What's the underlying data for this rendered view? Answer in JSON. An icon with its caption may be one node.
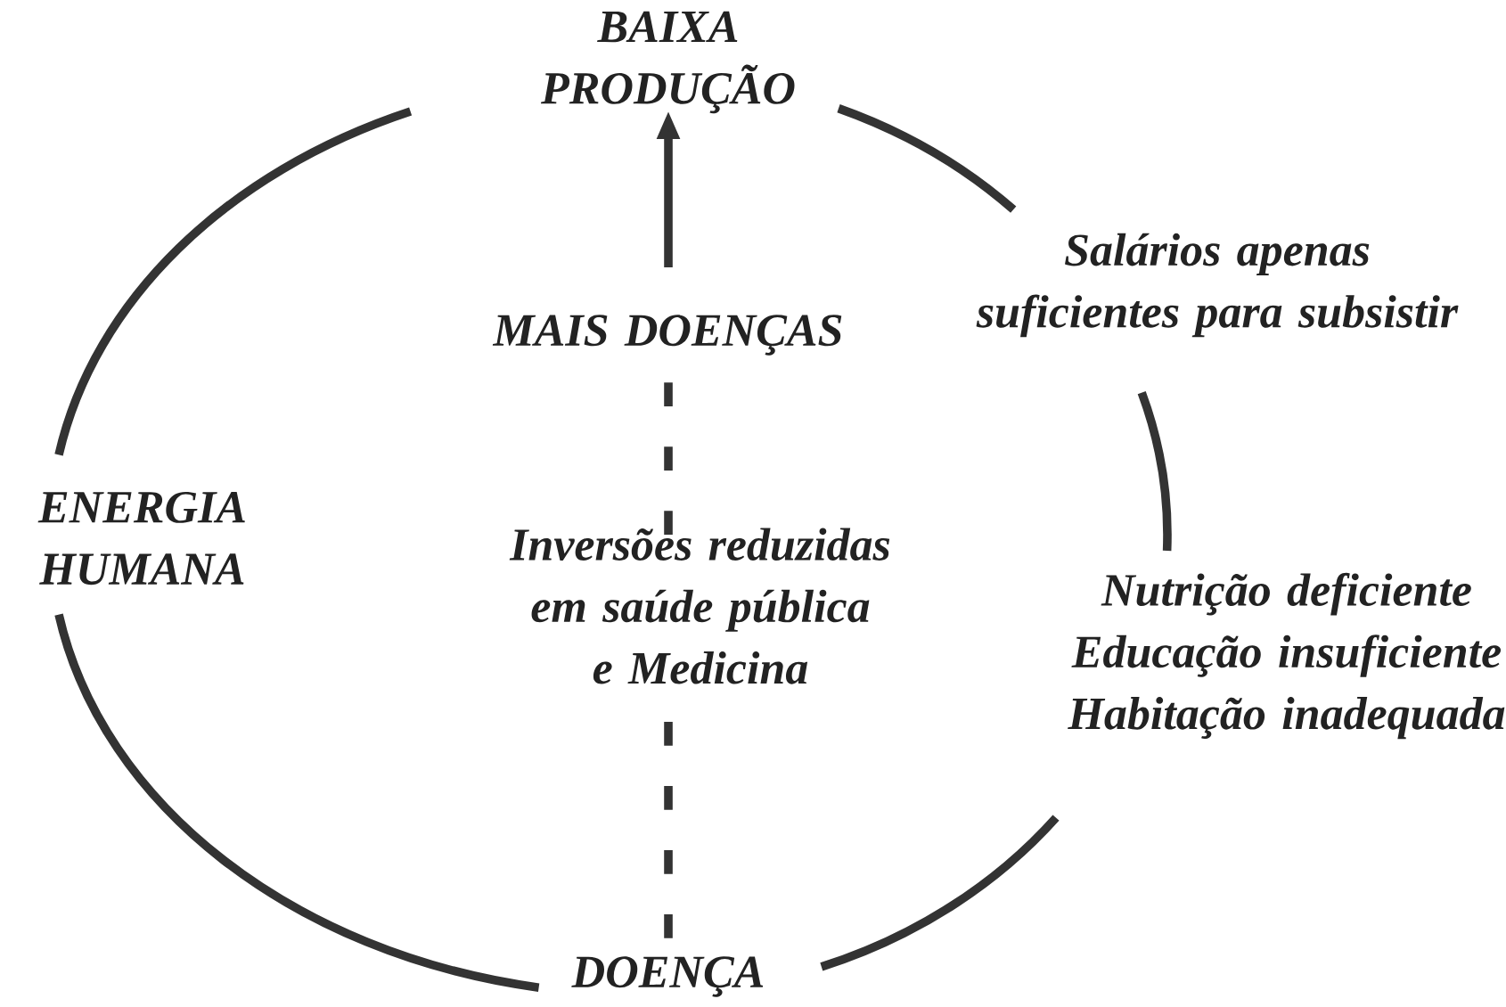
{
  "diagram": {
    "nodes": [
      {
        "text": [
          "BAIXA PRODUÇÃO"
        ]
      },
      {
        "text": [
          "Salários apenas suficientes para subsistir"
        ]
      },
      {
        "text": [
          "MAIS DOENÇAS"
        ]
      },
      {
        "text": [
          "ENERGIA HUMANA"
        ]
      },
      {
        "text": [
          "Inversões reduzidas em saúde pública e Medicina"
        ]
      },
      {
        "text": [
          "Nutrição deficiente Educação insuficiente Habitação inadequada"
        ]
      },
      {
        "text": [
          "DOENÇA"
        ]
      }
    ],
    "edges": [
      {
        "from": 0,
        "to": 1,
        "arrow": "none"
      },
      {
        "from": 1,
        "to": 5,
        "arrow": "none"
      },
      {
        "from": 5,
        "to": 6,
        "arrow": "none"
      },
      {
        "from": 6,
        "to": 3,
        "arrow": "none"
      },
      {
        "from": 3,
        "to": 0,
        "arrow": "none"
      },
      {
        "from": 2,
        "to": 0,
        "arrow": "to"
      },
      {
        "from": 4,
        "to": 2,
        "arrow": "none",
        "style": "dashed"
      },
      {
        "from": 4,
        "to": 6,
        "arrow": "none",
        "style": "dashed"
      }
    ]
  }
}
